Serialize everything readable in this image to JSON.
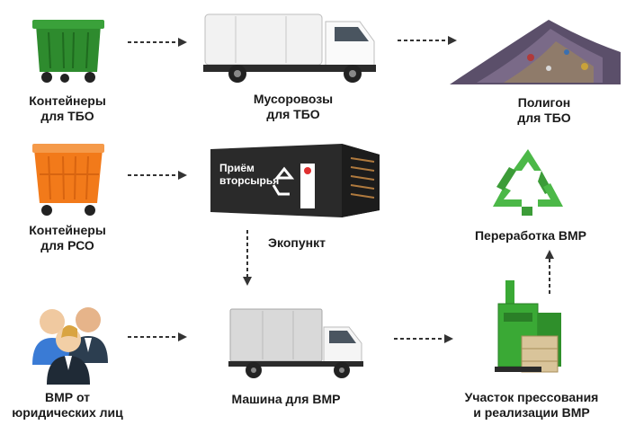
{
  "nodes": {
    "tbo_containers": {
      "line1": "Контейнеры",
      "line2": "для ТБО"
    },
    "garbage_trucks": {
      "line1": "Мусоровозы",
      "line2": "для ТБО"
    },
    "landfill": {
      "line1": "Полигон",
      "line2": "для ТБО"
    },
    "rso_containers": {
      "line1": "Контейнеры",
      "line2": "для РСО"
    },
    "ecopoint": {
      "label": "Экопункт",
      "sign_line1": "Приём",
      "sign_line2": "вторсырья"
    },
    "recycling": {
      "label": "Переработка ВМР"
    },
    "legal_entities": {
      "line1": "ВМР от",
      "line2": "юридических лиц"
    },
    "vmr_truck": {
      "label": "Машина для ВМР"
    },
    "pressing_site": {
      "line1": "Участок прессования",
      "line2": "и реализации ВМР"
    }
  },
  "colors": {
    "tbo_container": "#2e8b2e",
    "rso_container": "#f27a1a",
    "recycle_symbol": "#4cb848",
    "baler": "#3aa935",
    "arrow": "#333333"
  }
}
